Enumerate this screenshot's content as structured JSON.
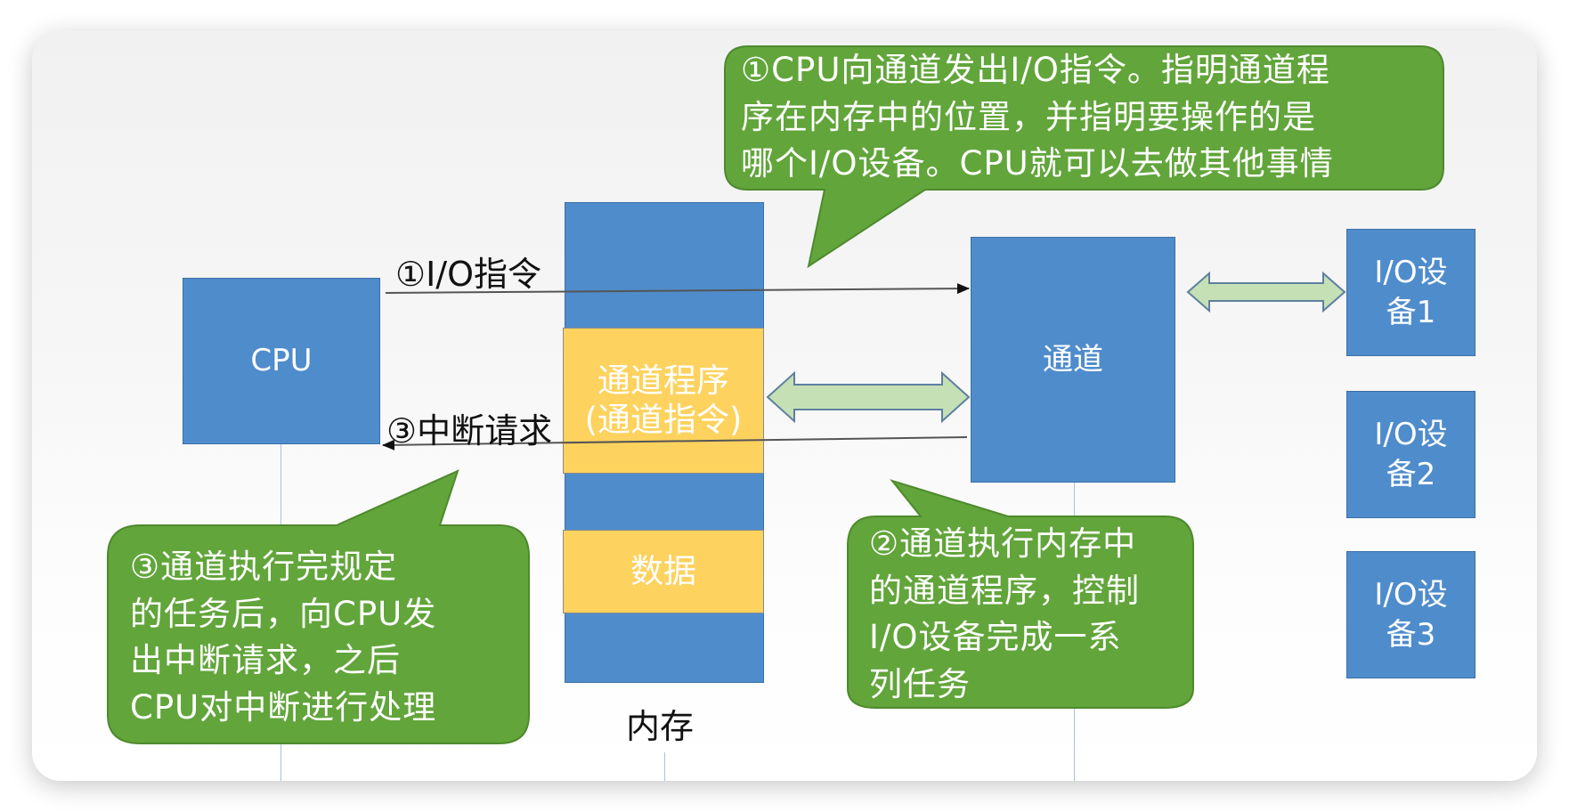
{
  "diagram": {
    "title": "CPU, memory, channel and I/O device interaction",
    "colors": {
      "component_blue": "#4f8ccc",
      "memory_segment_yellow": "#fdd25e",
      "callout_green": "#62a53b",
      "bus_arrow_green": "#c5e0b4"
    },
    "cpu": {
      "label": "CPU"
    },
    "memory": {
      "caption": "内存",
      "segments": [
        {
          "label": "通道程序\n(通道指令)"
        },
        {
          "label": "数据"
        }
      ]
    },
    "channel": {
      "label": "通道"
    },
    "io_devices": [
      {
        "label": "I/O设\n备1"
      },
      {
        "label": "I/O设\n备2"
      },
      {
        "label": "I/O设\n备3"
      }
    ],
    "arrows": {
      "io_instruction": "①I/O指令",
      "interrupt_request": "③中断请求"
    },
    "callouts": {
      "step1": "①CPU向通道发出I/O指令。指明通道程\n序在内存中的位置，并指明要操作的是\n哪个I/O设备。CPU就可以去做其他事情",
      "step2": "②通道执行内存中\n的通道程序，控制\nI/O设备完成一系\n列任务",
      "step3": "③通道执行完规定\n的任务后，向CPU发\n出中断请求，之后\nCPU对中断进行处理"
    }
  }
}
